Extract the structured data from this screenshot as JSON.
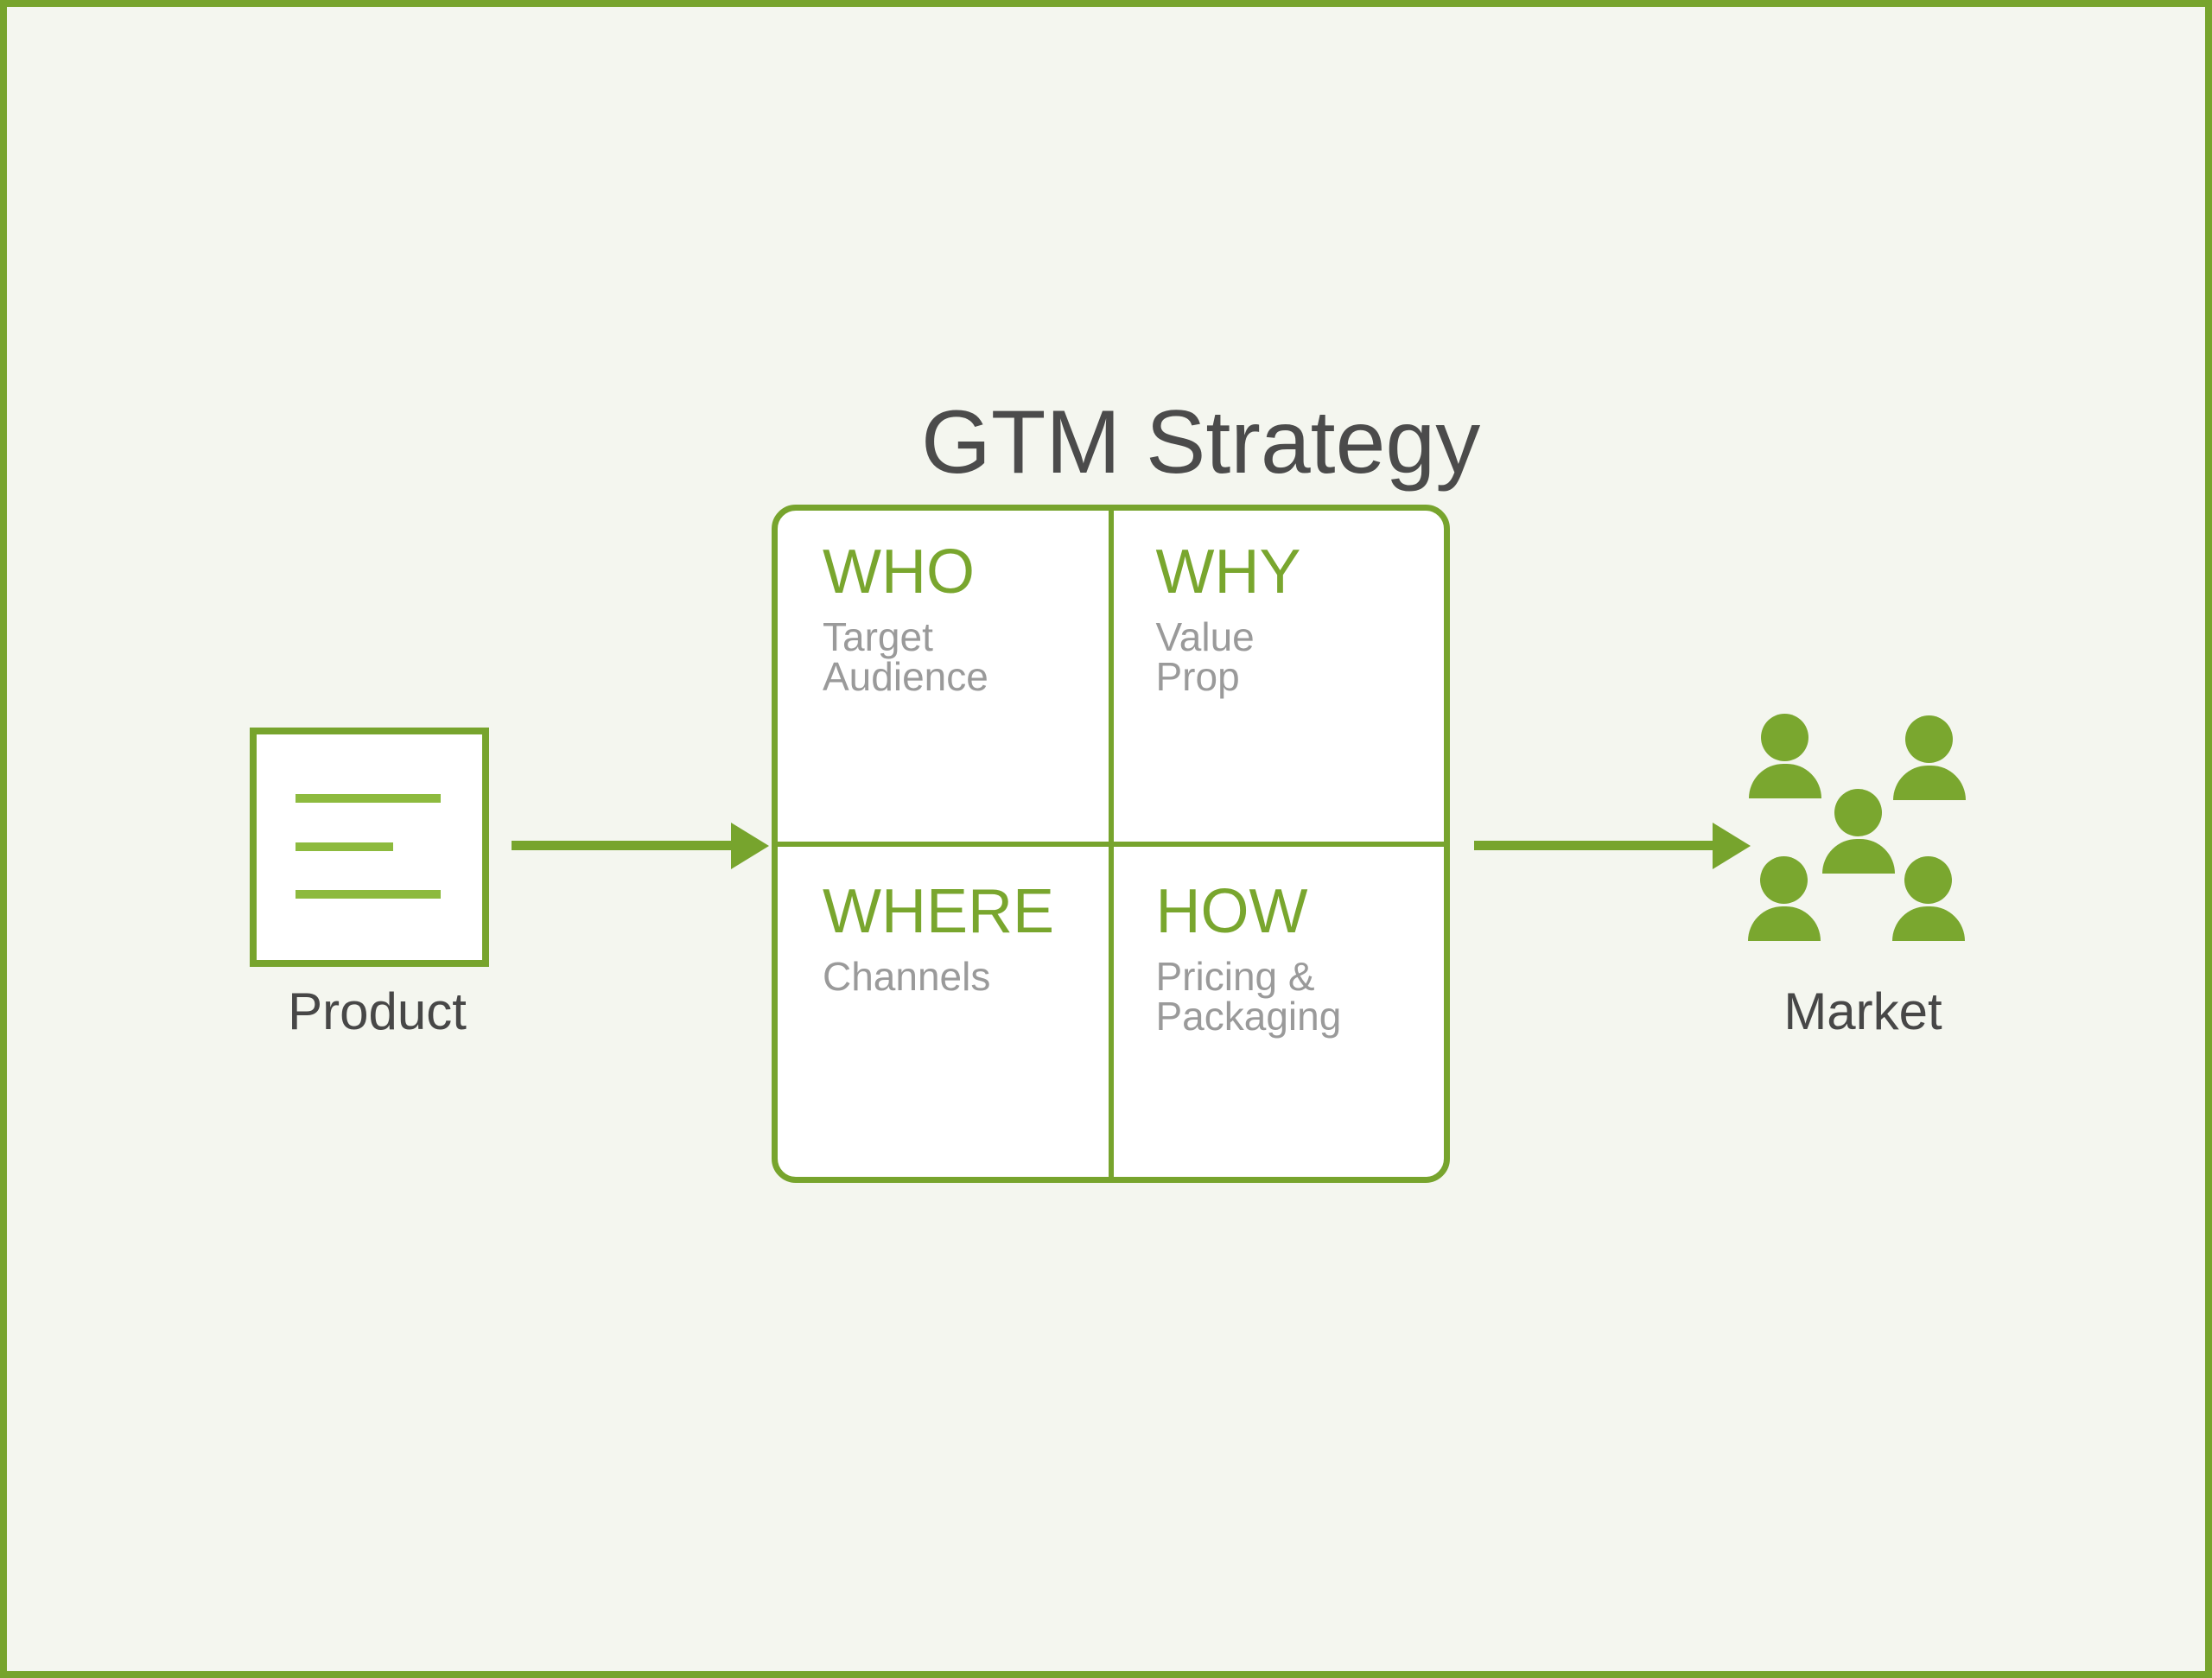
{
  "title": "GTM Strategy",
  "colors": {
    "background": "#F4F6EF",
    "frame_green": "#77A42D",
    "accent_green": "#79A62E",
    "light_green": "#8DBA3E",
    "title_gray": "#4B4B4B",
    "label_gray": "#474747",
    "subtext_gray": "#9A9A9A"
  },
  "product": {
    "label": "Product",
    "icon": "document-icon"
  },
  "market": {
    "label": "Market",
    "icon": "people-group-icon",
    "person_count": 5
  },
  "matrix": {
    "quadrants": [
      {
        "heading": "WHO",
        "sub_lines": [
          "Target",
          "Audience"
        ]
      },
      {
        "heading": "WHY",
        "sub_lines": [
          "Value",
          "Prop"
        ]
      },
      {
        "heading": "WHERE",
        "sub_lines": [
          "Channels",
          ""
        ]
      },
      {
        "heading": "HOW",
        "sub_lines": [
          "Pricing &",
          "Packaging"
        ]
      }
    ]
  }
}
